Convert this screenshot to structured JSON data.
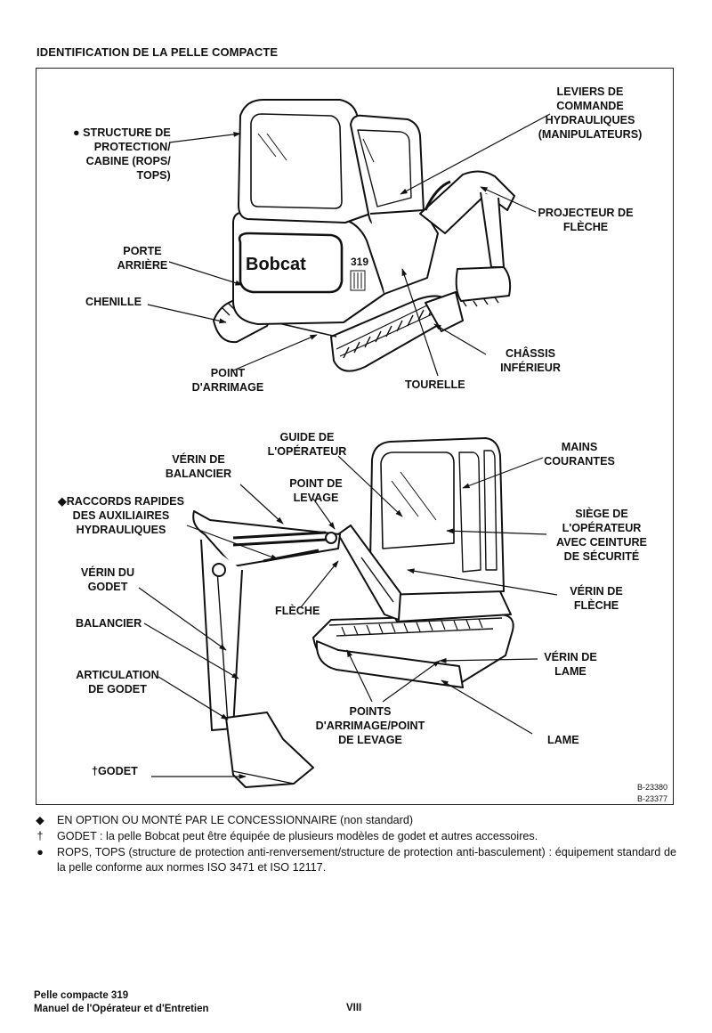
{
  "page": {
    "title": "IDENTIFICATION DE LA PELLE COMPACTE",
    "page_number": "VIII"
  },
  "figure": {
    "brand_logo": "Bobcat",
    "model_number": "319",
    "codes": [
      "B-23380",
      "B-23377"
    ],
    "top_labels": {
      "rops": "● STRUCTURE DE\nPROTECTION/\nCABINE (ROPS/\nTOPS)",
      "levers": "LEVIERS DE\nCOMMANDE\nHYDRAULIQUES\n(MANIPULATEURS)",
      "projector": "PROJECTEUR DE\nFLÈCHE",
      "rear_door": "PORTE\nARRIÈRE",
      "track": "CHENILLE",
      "chassis": "CHÂSSIS\nINFÉRIEUR",
      "tie_down": "POINT\nD'ARRIMAGE",
      "turret": "TOURELLE"
    },
    "bottom_labels": {
      "guide": "GUIDE DE\nL'OPÉRATEUR",
      "arm_cylinder": "VÉRIN DE\nBALANCIER",
      "lift_point": "POINT DE\nLEVAGE",
      "quick_couplers": "◆RACCORDS RAPIDES\nDES AUXILIAIRES\nHYDRAULIQUES",
      "grab_handles": "MAINS\nCOURANTES",
      "seat": "SIÈGE DE\nL'OPÉRATEUR\nAVEC CEINTURE\nDE SÉCURITÉ",
      "bucket_cylinder": "VÉRIN DU\nGODET",
      "boom_cylinder": "VÉRIN DE\nFLÈCHE",
      "arm": "BALANCIER",
      "boom": "FLÈCHE",
      "blade_cylinder": "VÉRIN DE\nLAME",
      "bucket_pivot": "ARTICULATION\nDE GODET",
      "tie_lift_points": "POINTS\nD'ARRIMAGE/POINT\nDE LEVAGE",
      "blade": "LAME",
      "bucket": "†GODET"
    }
  },
  "notes": [
    {
      "symbol": "◆",
      "text": "EN OPTION OU MONTÉ PAR LE CONCESSIONNAIRE (non standard)"
    },
    {
      "symbol": "†",
      "text": "GODET : la pelle Bobcat peut être équipée de plusieurs modèles de godet et autres accessoires."
    },
    {
      "symbol": "●",
      "text": "ROPS, TOPS (structure de protection anti-renversement/structure de protection anti-basculement) : équipement standard de la pelle conforme aux normes ISO 3471 et ISO 12117."
    }
  ],
  "footer": {
    "line1": "Pelle compacte 319",
    "line2": "Manuel de l'Opérateur et d'Entretien"
  }
}
